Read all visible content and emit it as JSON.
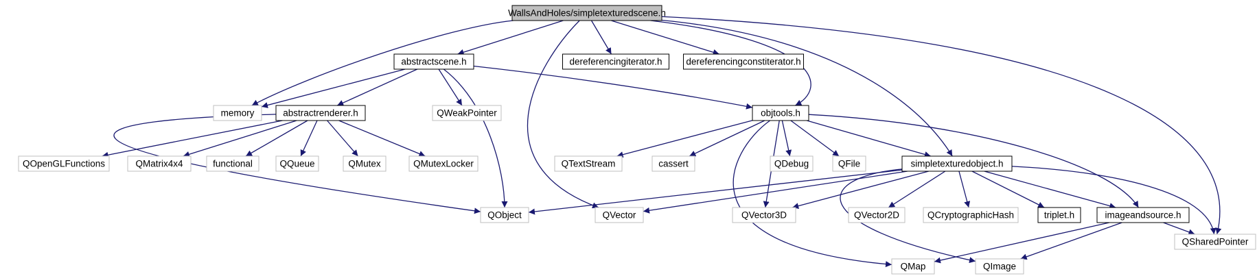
{
  "graph": {
    "root": "WallsAndHoles/simpletexturedscene.h",
    "nodes": [
      {
        "id": "root",
        "label": "WallsAndHoles/simpletexturedscene.h",
        "kind": "root"
      },
      {
        "id": "abstractscene",
        "label": "abstractscene.h",
        "kind": "documented"
      },
      {
        "id": "derefiter",
        "label": "dereferencingiterator.h",
        "kind": "documented"
      },
      {
        "id": "derefconstiter",
        "label": "dereferencingconstiterator.h",
        "kind": "documented"
      },
      {
        "id": "memory",
        "label": "memory",
        "kind": "external"
      },
      {
        "id": "abstractrenderer",
        "label": "abstractrenderer.h",
        "kind": "documented"
      },
      {
        "id": "qweakpointer",
        "label": "QWeakPointer",
        "kind": "external"
      },
      {
        "id": "objtools",
        "label": "objtools.h",
        "kind": "documented"
      },
      {
        "id": "qsharedpointer",
        "label": "QSharedPointer",
        "kind": "external"
      },
      {
        "id": "qopenglfunctions",
        "label": "QOpenGLFunctions",
        "kind": "external"
      },
      {
        "id": "qmatrix4x4",
        "label": "QMatrix4x4",
        "kind": "external"
      },
      {
        "id": "functional",
        "label": "functional",
        "kind": "external"
      },
      {
        "id": "qqueue",
        "label": "QQueue",
        "kind": "external"
      },
      {
        "id": "qmutex",
        "label": "QMutex",
        "kind": "external"
      },
      {
        "id": "qmutexlocker",
        "label": "QMutexLocker",
        "kind": "external"
      },
      {
        "id": "qtextstream",
        "label": "QTextStream",
        "kind": "external"
      },
      {
        "id": "cassert",
        "label": "cassert",
        "kind": "external"
      },
      {
        "id": "qdebug",
        "label": "QDebug",
        "kind": "external"
      },
      {
        "id": "qfile",
        "label": "QFile",
        "kind": "external"
      },
      {
        "id": "simpletexturedobject",
        "label": "simpletexturedobject.h",
        "kind": "documented"
      },
      {
        "id": "qobject",
        "label": "QObject",
        "kind": "external"
      },
      {
        "id": "qvector",
        "label": "QVector",
        "kind": "external"
      },
      {
        "id": "qvector3d",
        "label": "QVector3D",
        "kind": "external"
      },
      {
        "id": "qvector2d",
        "label": "QVector2D",
        "kind": "external"
      },
      {
        "id": "qcryptographichash",
        "label": "QCryptographicHash",
        "kind": "external"
      },
      {
        "id": "triplet",
        "label": "triplet.h",
        "kind": "documented"
      },
      {
        "id": "imageandsource",
        "label": "imageandsource.h",
        "kind": "documented"
      },
      {
        "id": "qmap",
        "label": "QMap",
        "kind": "external"
      },
      {
        "id": "qimage",
        "label": "QImage",
        "kind": "external"
      }
    ],
    "edges": [
      [
        "root",
        "abstractscene"
      ],
      [
        "root",
        "derefiter"
      ],
      [
        "root",
        "derefconstiter"
      ],
      [
        "root",
        "memory"
      ],
      [
        "root",
        "qvector"
      ],
      [
        "root",
        "objtools"
      ],
      [
        "root",
        "simpletexturedobject"
      ],
      [
        "root",
        "qsharedpointer"
      ],
      [
        "abstractscene",
        "memory"
      ],
      [
        "abstractscene",
        "abstractrenderer"
      ],
      [
        "abstractscene",
        "qweakpointer"
      ],
      [
        "abstractscene",
        "qobject"
      ],
      [
        "abstractscene",
        "objtools"
      ],
      [
        "abstractrenderer",
        "qopenglfunctions"
      ],
      [
        "abstractrenderer",
        "qmatrix4x4"
      ],
      [
        "abstractrenderer",
        "functional"
      ],
      [
        "abstractrenderer",
        "qqueue"
      ],
      [
        "abstractrenderer",
        "qmutex"
      ],
      [
        "abstractrenderer",
        "qmutexlocker"
      ],
      [
        "abstractrenderer",
        "qobject"
      ],
      [
        "objtools",
        "qtextstream"
      ],
      [
        "objtools",
        "cassert"
      ],
      [
        "objtools",
        "qdebug"
      ],
      [
        "objtools",
        "qfile"
      ],
      [
        "objtools",
        "simpletexturedobject"
      ],
      [
        "objtools",
        "qvector3d"
      ],
      [
        "objtools",
        "qmap"
      ],
      [
        "objtools",
        "imageandsource"
      ],
      [
        "simpletexturedobject",
        "qobject"
      ],
      [
        "simpletexturedobject",
        "qvector"
      ],
      [
        "simpletexturedobject",
        "qvector3d"
      ],
      [
        "simpletexturedobject",
        "qvector2d"
      ],
      [
        "simpletexturedobject",
        "qcryptographichash"
      ],
      [
        "simpletexturedobject",
        "triplet"
      ],
      [
        "simpletexturedobject",
        "imageandsource"
      ],
      [
        "simpletexturedobject",
        "qimage"
      ],
      [
        "simpletexturedobject",
        "qsharedpointer"
      ],
      [
        "imageandsource",
        "qmap"
      ],
      [
        "imageandsource",
        "qimage"
      ],
      [
        "imageandsource",
        "qsharedpointer"
      ]
    ]
  },
  "colors": {
    "edge": "#191970",
    "root_fill": "#bfbfbf",
    "node_border": "#000000",
    "external_border": "#bfbfbf",
    "external_text": "#000000"
  }
}
